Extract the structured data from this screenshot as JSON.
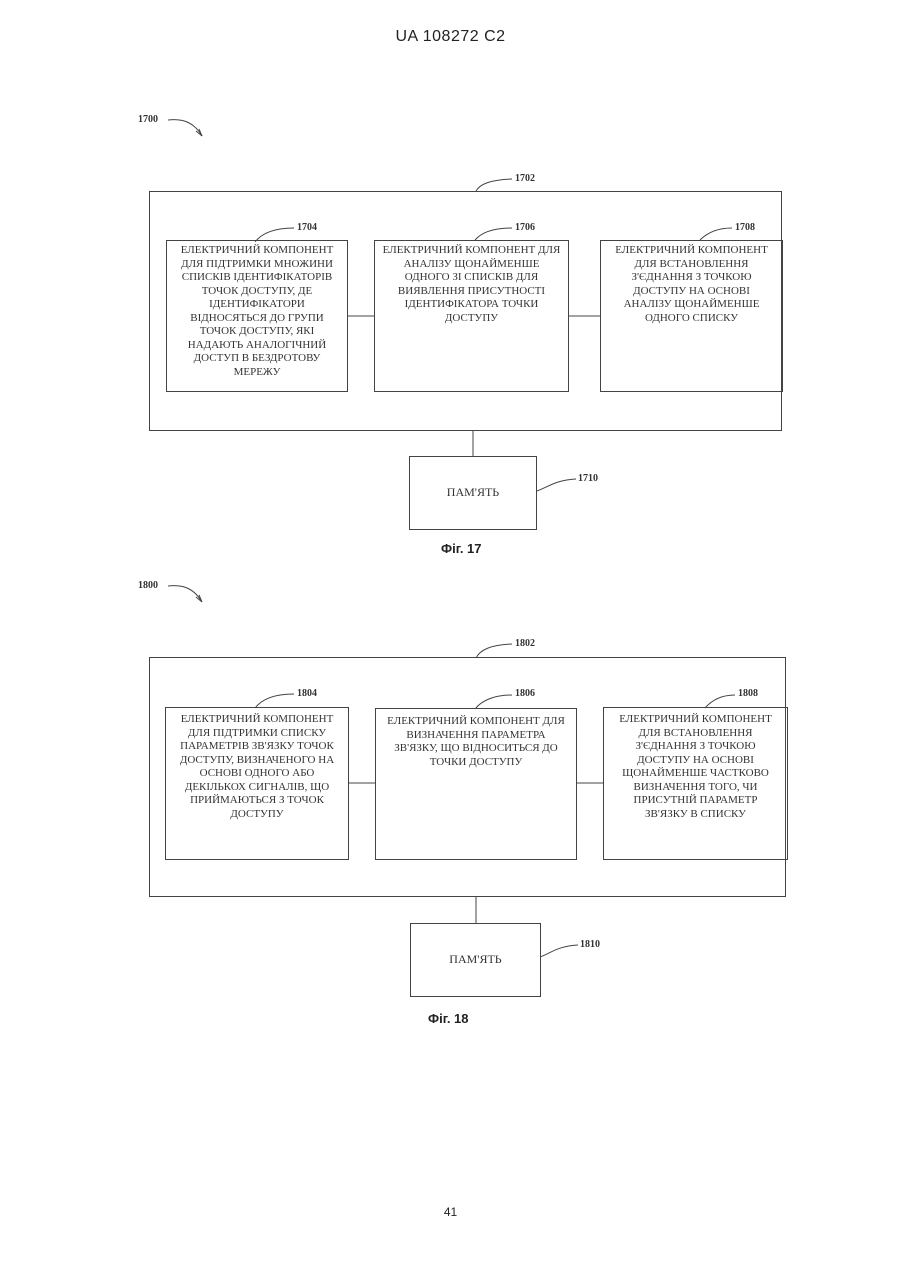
{
  "header": {
    "patent_id": "UA   108272   C2"
  },
  "fig17": {
    "ref_system": "1700",
    "ref_container": "1702",
    "components": [
      {
        "ref": "1704",
        "text": "ЕЛЕКТРИЧНИЙ КОМПОНЕНТ ДЛЯ ПІДТРИМКИ МНОЖИНИ СПИСКІВ ІДЕНТИФІКАТОРІВ ТОЧОК ДОСТУПУ, ДЕ ІДЕНТИФІКАТОРИ ВІДНОСЯТЬСЯ ДО ГРУПИ ТОЧОК ДОСТУПУ, ЯКІ НАДАЮТЬ АНАЛОГІЧНИЙ ДОСТУП В БЕЗДРОТОВУ МЕРЕЖУ"
      },
      {
        "ref": "1706",
        "text": "ЕЛЕКТРИЧНИЙ КОМПОНЕНТ ДЛЯ АНАЛІЗУ ЩОНАЙМЕНШЕ ОДНОГО ЗІ СПИСКІВ ДЛЯ ВИЯВЛЕННЯ ПРИСУТНОСТІ ІДЕНТИФІКАТОРА ТОЧКИ ДОСТУПУ"
      },
      {
        "ref": "1708",
        "text": "ЕЛЕКТРИЧНИЙ КОМПОНЕНТ ДЛЯ ВСТАНОВЛЕННЯ З'ЄДНАННЯ З ТОЧКОЮ ДОСТУПУ НА ОСНОВІ АНАЛІЗУ ЩОНАЙМЕНШЕ ОДНОГО СПИСКУ"
      }
    ],
    "memory": {
      "ref": "1710",
      "label": "ПАМ'ЯТЬ"
    },
    "caption": "Фіг. 17"
  },
  "fig18": {
    "ref_system": "1800",
    "ref_container": "1802",
    "components": [
      {
        "ref": "1804",
        "text": "ЕЛЕКТРИЧНИЙ КОМПОНЕНТ ДЛЯ ПІДТРИМКИ СПИСКУ ПАРАМЕТРІВ ЗВ'ЯЗКУ ТОЧОК ДОСТУПУ, ВИЗНАЧЕНОГО НА ОСНОВІ ОДНОГО АБО ДЕКІЛЬКОХ СИГНАЛІВ, ЩО ПРИЙМАЮТЬСЯ З ТОЧОК ДОСТУПУ"
      },
      {
        "ref": "1806",
        "text": "ЕЛЕКТРИЧНИЙ КОМПОНЕНТ ДЛЯ ВИЗНАЧЕННЯ ПАРАМЕТРА ЗВ'ЯЗКУ, ЩО ВІДНОСИТЬСЯ ДО ТОЧКИ ДОСТУПУ"
      },
      {
        "ref": "1808",
        "text": "ЕЛЕКТРИЧНИЙ КОМПОНЕНТ ДЛЯ ВСТАНОВЛЕННЯ З'ЄДНАННЯ З ТОЧКОЮ ДОСТУПУ НА ОСНОВІ ЩОНАЙМЕНШЕ ЧАСТКОВО ВИЗНАЧЕННЯ ТОГО, ЧИ ПРИСУТНІЙ ПАРАМЕТР ЗВ'ЯЗКУ В СПИСКУ"
      }
    ],
    "memory": {
      "ref": "1810",
      "label": "ПАМ'ЯТЬ"
    },
    "caption": "Фіг. 18"
  },
  "footer": {
    "page_number": "41"
  }
}
